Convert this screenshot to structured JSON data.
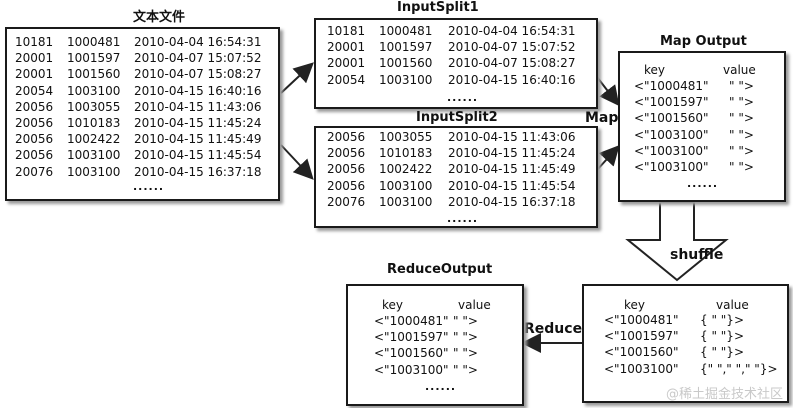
{
  "text_file": {
    "title": "文本文件",
    "rows": [
      [
        "10181",
        "1000481",
        "2010-04-04 16:54:31"
      ],
      [
        "20001",
        "1001597",
        "2010-04-07 15:07:52"
      ],
      [
        "20001",
        "1001560",
        "2010-04-07 15:08:27"
      ],
      [
        "20054",
        "1003100",
        "2010-04-15 16:40:16"
      ],
      [
        "20056",
        "1003055",
        "2010-04-15 11:43:06"
      ],
      [
        "20056",
        "1010183",
        "2010-04-15 11:45:24"
      ],
      [
        "20056",
        "1002422",
        "2010-04-15 11:45:49"
      ],
      [
        "20056",
        "1003100",
        "2010-04-15 11:45:54"
      ],
      [
        "20076",
        "1003100",
        "2010-04-15 16:37:18"
      ]
    ],
    "ellipsis": "......"
  },
  "split1": {
    "title": "InputSplit1",
    "rows": [
      [
        "10181",
        "1000481",
        "2010-04-04 16:54:31"
      ],
      [
        "20001",
        "1001597",
        "2010-04-07 15:07:52"
      ],
      [
        "20001",
        "1001560",
        "2010-04-07 15:08:27"
      ],
      [
        "20054",
        "1003100",
        "2010-04-15 16:40:16"
      ]
    ],
    "ellipsis": "......"
  },
  "split2": {
    "title": "InputSplit2",
    "rows": [
      [
        "20056",
        "1003055",
        "2010-04-15 11:43:06"
      ],
      [
        "20056",
        "1010183",
        "2010-04-15 11:45:24"
      ],
      [
        "20056",
        "1002422",
        "2010-04-15 11:45:49"
      ],
      [
        "20056",
        "1003100",
        "2010-04-15 11:45:54"
      ],
      [
        "20076",
        "1003100",
        "2010-04-15 16:37:18"
      ]
    ],
    "ellipsis": "......"
  },
  "map_label": "Map",
  "map_output": {
    "title": "Map Output",
    "key_header": "key",
    "value_header": "value",
    "rows": [
      [
        "<\"1000481\"",
        "\" \">"
      ],
      [
        "<\"1001597\"",
        "\" \">"
      ],
      [
        "<\"1001560\"",
        "\" \">"
      ],
      [
        "<\"1003100\"",
        "\" \">"
      ],
      [
        "<\"1003100\"",
        "\" \">"
      ],
      [
        "<\"1003100\"",
        "\" \">"
      ]
    ],
    "ellipsis": "......"
  },
  "shuffle_label": "shuffle",
  "shuffle_output": {
    "key_header": "key",
    "value_header": "value",
    "rows": [
      [
        "<\"1000481\"",
        "{ \" \"}>"
      ],
      [
        "<\"1001597\"",
        "{ \" \"}>"
      ],
      [
        "<\"1001560\"",
        "{ \" \"}>"
      ],
      [
        "<\"1003100\"",
        "{\" \",\" \",\" \"}>"
      ]
    ]
  },
  "reduce_label": "Reduce",
  "reduce_output": {
    "title": "ReduceOutput",
    "key_header": "key",
    "value_header": "value",
    "rows": [
      [
        "<\"1000481\"",
        "\" \">"
      ],
      [
        "<\"1001597\"",
        "\" \">"
      ],
      [
        "<\"1001560\"",
        "\" \">"
      ],
      [
        "<\"1003100\"",
        "\" \">"
      ]
    ],
    "ellipsis": "......"
  },
  "watermark": "@稀土掘金技术社区"
}
